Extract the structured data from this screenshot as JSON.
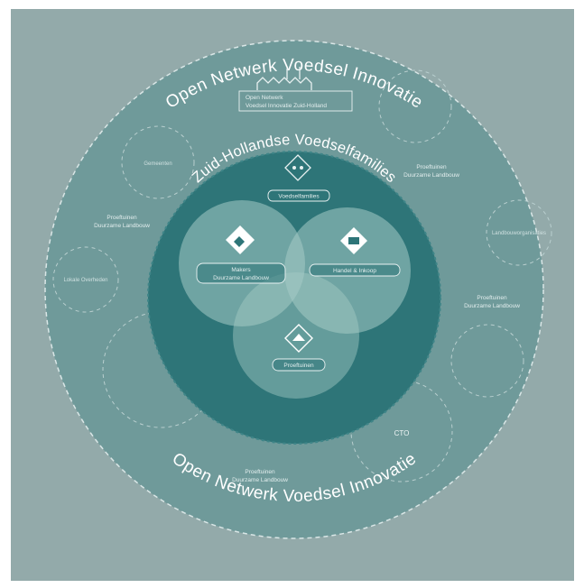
{
  "ring_title_top": "Open Netwerk Voedsel Innovatie",
  "ring_title_bottom": "Open Netwerk Voedsel Innovatie",
  "network_box": {
    "line1": "Open Netwerk",
    "line2": "Voedsel Innovatie Zuid-Holland"
  },
  "inner_title": "Zuid-Hollandse Voedselfamilies",
  "voedselfamilies_label": "Voedselfamilies",
  "venn": {
    "left_label_line1": "Makers",
    "left_label_line2": "Duurzame Landbouw",
    "right_label": "Handel & Inkoop",
    "bottom_label": "Proeftuinen"
  },
  "outer_labels": {
    "top_right_1": "Proeftuinen",
    "top_right_2": "Duurzame Landbouw",
    "left_1": "Proeftuinen",
    "left_2": "Duurzame Landbouw",
    "right_1": "Proeftuinen",
    "right_2": "Duurzame Landbouw",
    "bottom_1": "Proeftuinen",
    "bottom_2": "Duurzame Landbouw",
    "cto": "CTO"
  },
  "faint_labels": {
    "upper_left": "Gemeenten",
    "left": "Lokale Overheden",
    "right": "Landbouworganisaties"
  },
  "colors": {
    "background": "#93aaaa",
    "outer_circle": "#6f9a9a",
    "inner_circle": "#2e7578",
    "venn_fill": "#a6cbc6",
    "frame": "#ffffff"
  }
}
